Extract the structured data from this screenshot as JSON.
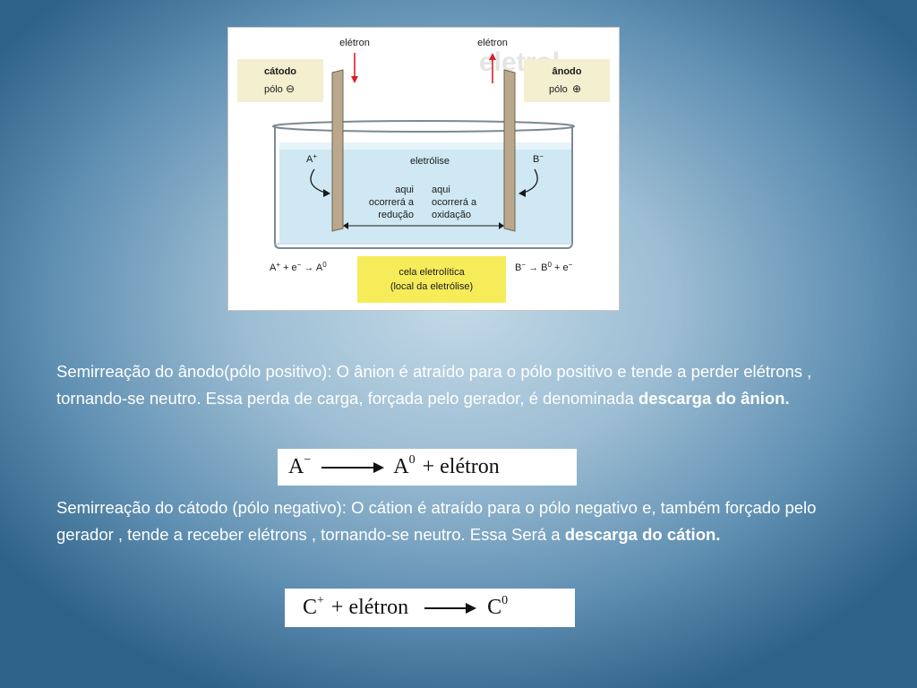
{
  "figure": {
    "electron_left": "elétron",
    "electron_right": "elétron",
    "cathode_title": "cátodo",
    "cathode_pole": "pólo",
    "cathode_sign": "⊖",
    "anode_title": "ânodo",
    "anode_pole": "pólo",
    "anode_sign": "⊕",
    "electrolysis": "eletrólise",
    "ion_left": "A",
    "ion_left_sup": "+",
    "ion_right": "B",
    "ion_right_sup": "−",
    "reduction_text": [
      "aqui",
      "ocorrerá a",
      "redução"
    ],
    "oxidation_text": [
      "aqui",
      "ocorrerá a",
      "oxidação"
    ],
    "eq_cathode": {
      "a": "A",
      "a_sup": "+",
      "plus": " + e",
      "e_sup": "−",
      "arrow": " → A",
      "r_sup": "0"
    },
    "eq_anode": {
      "a": "B",
      "a_sup": "−",
      "arrow": " → B",
      "r_sup": "0",
      "plus": " + e",
      "e_sup": "−"
    },
    "cell_label": [
      "cela eletrolítica",
      "(local da eletrólise)"
    ]
  },
  "paragraph1": {
    "text": "Semirreação do ânodo(pólo positivo): O ânion é atraído para o pólo positivo e tende  a perder elétrons , tornando-se neutro. Essa perda de carga, forçada pelo gerador, é denominada   ",
    "bold": "descarga do ânion."
  },
  "equation1": {
    "reactant": "A",
    "reactant_sup": "−",
    "product": "A",
    "product_sup": "0",
    "rest": "+ elétron"
  },
  "paragraph2": {
    "text": "Semirreação do cátodo (pólo negativo): O cátion é atraído para o pólo negativo e, também forçado pelo gerador , tende a receber elétrons , tornando-se neutro. Essa Será a ",
    "bold": "descarga do cátion."
  },
  "equation2": {
    "reactant": "C",
    "reactant_sup": "+",
    "rest": "+ elétron",
    "product": "C",
    "product_sup": "0"
  }
}
